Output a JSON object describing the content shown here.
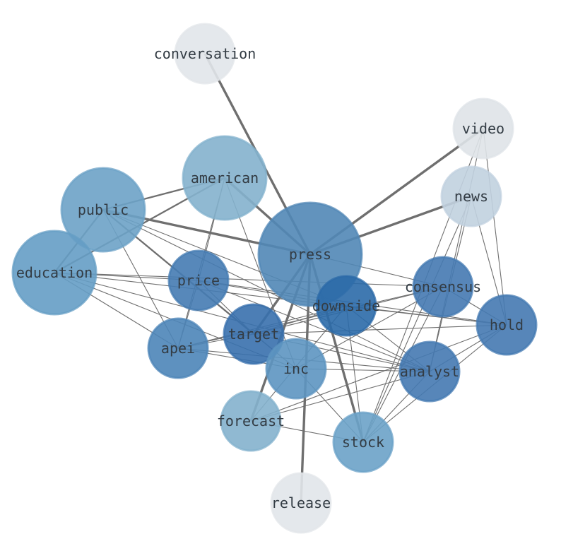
{
  "nodes": [
    {
      "id": "press",
      "label": "press",
      "color": "#5893c5",
      "opacity": 0.9
    },
    {
      "id": "american",
      "label": "american",
      "color": "#8fc1df",
      "opacity": 0.9
    },
    {
      "id": "public",
      "label": "public",
      "color": "#76b0d8",
      "opacity": 0.9
    },
    {
      "id": "education",
      "label": "education",
      "color": "#6eabd6",
      "opacity": 0.9
    },
    {
      "id": "price",
      "label": "price",
      "color": "#4a86c2",
      "opacity": 0.9
    },
    {
      "id": "downside",
      "label": "downside",
      "color": "#2f73b7",
      "opacity": 0.9
    },
    {
      "id": "consensus",
      "label": "consensus",
      "color": "#4a84c1",
      "opacity": 0.9
    },
    {
      "id": "hold",
      "label": "hold",
      "color": "#4a84c1",
      "opacity": 0.9
    },
    {
      "id": "target",
      "label": "target",
      "color": "#3d7abc",
      "opacity": 0.9
    },
    {
      "id": "apei",
      "label": "apei",
      "color": "#5390c8",
      "opacity": 0.9
    },
    {
      "id": "inc",
      "label": "inc",
      "color": "#65a2d1",
      "opacity": 0.9
    },
    {
      "id": "analyst",
      "label": "analyst",
      "color": "#4a84c1",
      "opacity": 0.9
    },
    {
      "id": "forecast",
      "label": "forecast",
      "color": "#8fc1df",
      "opacity": 0.9
    },
    {
      "id": "stock",
      "label": "stock",
      "color": "#74b0d9",
      "opacity": 0.9
    },
    {
      "id": "news",
      "label": "news",
      "color": "#d2e3f3",
      "opacity": 0.9
    },
    {
      "id": "video",
      "label": "video",
      "color": "#f2f7fc",
      "opacity": 0.9
    },
    {
      "id": "conversation",
      "label": "conversation",
      "color": "#f5f9fe",
      "opacity": 0.9
    },
    {
      "id": "release",
      "label": "release",
      "color": "#f5f9fe",
      "opacity": 0.9
    }
  ],
  "edges": [
    {
      "from": "press",
      "to": "conversation",
      "weight": "heavy"
    },
    {
      "from": "press",
      "to": "video",
      "weight": "heavy"
    },
    {
      "from": "press",
      "to": "news",
      "weight": "heavy"
    },
    {
      "from": "press",
      "to": "american",
      "weight": "heavy"
    },
    {
      "from": "press",
      "to": "public",
      "weight": "heavy"
    },
    {
      "from": "press",
      "to": "release",
      "weight": "heavy"
    },
    {
      "from": "press",
      "to": "forecast",
      "weight": "heavy"
    },
    {
      "from": "press",
      "to": "stock",
      "weight": "heavy"
    },
    {
      "from": "press",
      "to": "target",
      "weight": "heavy"
    },
    {
      "from": "press",
      "to": "consensus",
      "weight": "light"
    },
    {
      "from": "american",
      "to": "public",
      "weight": "medium"
    },
    {
      "from": "american",
      "to": "education",
      "weight": "medium"
    },
    {
      "from": "american",
      "to": "price",
      "weight": "light"
    },
    {
      "from": "american",
      "to": "apei",
      "weight": "light"
    },
    {
      "from": "american",
      "to": "inc",
      "weight": "light"
    },
    {
      "from": "public",
      "to": "education",
      "weight": "medium"
    },
    {
      "from": "public",
      "to": "target",
      "weight": "medium"
    },
    {
      "from": "public",
      "to": "apei",
      "weight": "light"
    },
    {
      "from": "public",
      "to": "inc",
      "weight": "light"
    },
    {
      "from": "public",
      "to": "analyst",
      "weight": "light"
    },
    {
      "from": "public",
      "to": "downside",
      "weight": "light"
    },
    {
      "from": "education",
      "to": "price",
      "weight": "light"
    },
    {
      "from": "education",
      "to": "apei",
      "weight": "light"
    },
    {
      "from": "education",
      "to": "inc",
      "weight": "light"
    },
    {
      "from": "education",
      "to": "analyst",
      "weight": "light"
    },
    {
      "from": "education",
      "to": "consensus",
      "weight": "light"
    },
    {
      "from": "education",
      "to": "hold",
      "weight": "light"
    },
    {
      "from": "price",
      "to": "target",
      "weight": "light"
    },
    {
      "from": "price",
      "to": "downside",
      "weight": "light"
    },
    {
      "from": "price",
      "to": "hold",
      "weight": "light"
    },
    {
      "from": "price",
      "to": "analyst",
      "weight": "light"
    },
    {
      "from": "price",
      "to": "apei",
      "weight": "light"
    },
    {
      "from": "downside",
      "to": "target",
      "weight": "light"
    },
    {
      "from": "downside",
      "to": "apei",
      "weight": "light"
    },
    {
      "from": "downside",
      "to": "stock",
      "weight": "light"
    },
    {
      "from": "downside",
      "to": "hold",
      "weight": "light"
    },
    {
      "from": "downside",
      "to": "forecast",
      "weight": "light"
    },
    {
      "from": "downside",
      "to": "analyst",
      "weight": "light"
    },
    {
      "from": "consensus",
      "to": "apei",
      "weight": "light"
    },
    {
      "from": "consensus",
      "to": "target",
      "weight": "light"
    },
    {
      "from": "consensus",
      "to": "hold",
      "weight": "light"
    },
    {
      "from": "consensus",
      "to": "inc",
      "weight": "light"
    },
    {
      "from": "consensus",
      "to": "stock",
      "weight": "light"
    },
    {
      "from": "hold",
      "to": "target",
      "weight": "light"
    },
    {
      "from": "hold",
      "to": "analyst",
      "weight": "light"
    },
    {
      "from": "hold",
      "to": "stock",
      "weight": "light"
    },
    {
      "from": "hold",
      "to": "forecast",
      "weight": "light"
    },
    {
      "from": "hold",
      "to": "video",
      "weight": "light"
    },
    {
      "from": "hold",
      "to": "news",
      "weight": "light"
    },
    {
      "from": "target",
      "to": "apei",
      "weight": "light"
    },
    {
      "from": "target",
      "to": "analyst",
      "weight": "light"
    },
    {
      "from": "target",
      "to": "inc",
      "weight": "light"
    },
    {
      "from": "apei",
      "to": "inc",
      "weight": "light"
    },
    {
      "from": "apei",
      "to": "analyst",
      "weight": "light"
    },
    {
      "from": "inc",
      "to": "stock",
      "weight": "light"
    },
    {
      "from": "inc",
      "to": "analyst",
      "weight": "light"
    },
    {
      "from": "analyst",
      "to": "forecast",
      "weight": "light"
    },
    {
      "from": "analyst",
      "to": "video",
      "weight": "light"
    },
    {
      "from": "analyst",
      "to": "news",
      "weight": "light"
    },
    {
      "from": "analyst",
      "to": "stock",
      "weight": "light"
    },
    {
      "from": "forecast",
      "to": "stock",
      "weight": "light"
    },
    {
      "from": "stock",
      "to": "video",
      "weight": "light"
    },
    {
      "from": "stock",
      "to": "news",
      "weight": "light"
    }
  ]
}
